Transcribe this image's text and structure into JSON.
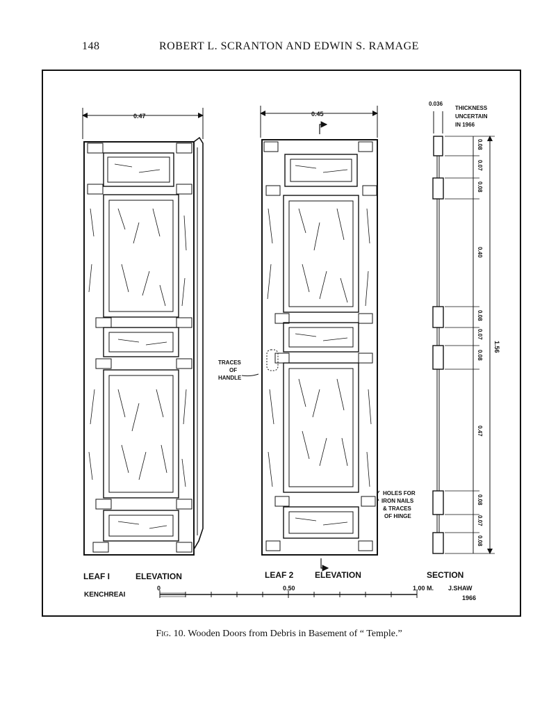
{
  "header": {
    "page_number": "148",
    "authors": "ROBERT L. SCRANTON AND EDWIN S. RAMAGE"
  },
  "figure": {
    "dim_leaf1_width": "0.47",
    "dim_leaf2_width": "0.45",
    "dim_thickness": "0.036",
    "thickness_note": [
      "THICKNESS",
      "UNCERTAIN",
      "IN 1966"
    ],
    "section_dims": {
      "top_rail": "0.08",
      "top_panel": "0.07",
      "upper_rail": "0.08",
      "upper_big": "0.40",
      "mid_rail_a": "0.08",
      "mid_panel": "0.07",
      "mid_rail_b": "0.08",
      "lower_big": "0.47",
      "low_rail": "0.08",
      "bottom_panel": "0.07",
      "bottom_rail": "0.08",
      "overall": "1.56"
    },
    "traces_handle": [
      "TRACES",
      "OF",
      "HANDLE"
    ],
    "holes_note": [
      "HOLES FOR",
      "IRON NAILS",
      "& TRACES",
      "OF HINGE"
    ],
    "label_leaf1": "LEAF I",
    "label_leaf1_elev": "ELEVATION",
    "label_leaf2": "LEAF 2",
    "label_leaf2_elev": "ELEVATION",
    "label_section": "SECTION",
    "site": "KENCHREAI",
    "scale": {
      "start": "0",
      "mid": "0.50",
      "end": "1.00 M."
    },
    "draftsman": "J.SHAW",
    "year": "1966"
  },
  "caption": {
    "fig_label": "Fig. 10.",
    "text": "Wooden Doors from Debris in Basement of “ Temple.”"
  }
}
